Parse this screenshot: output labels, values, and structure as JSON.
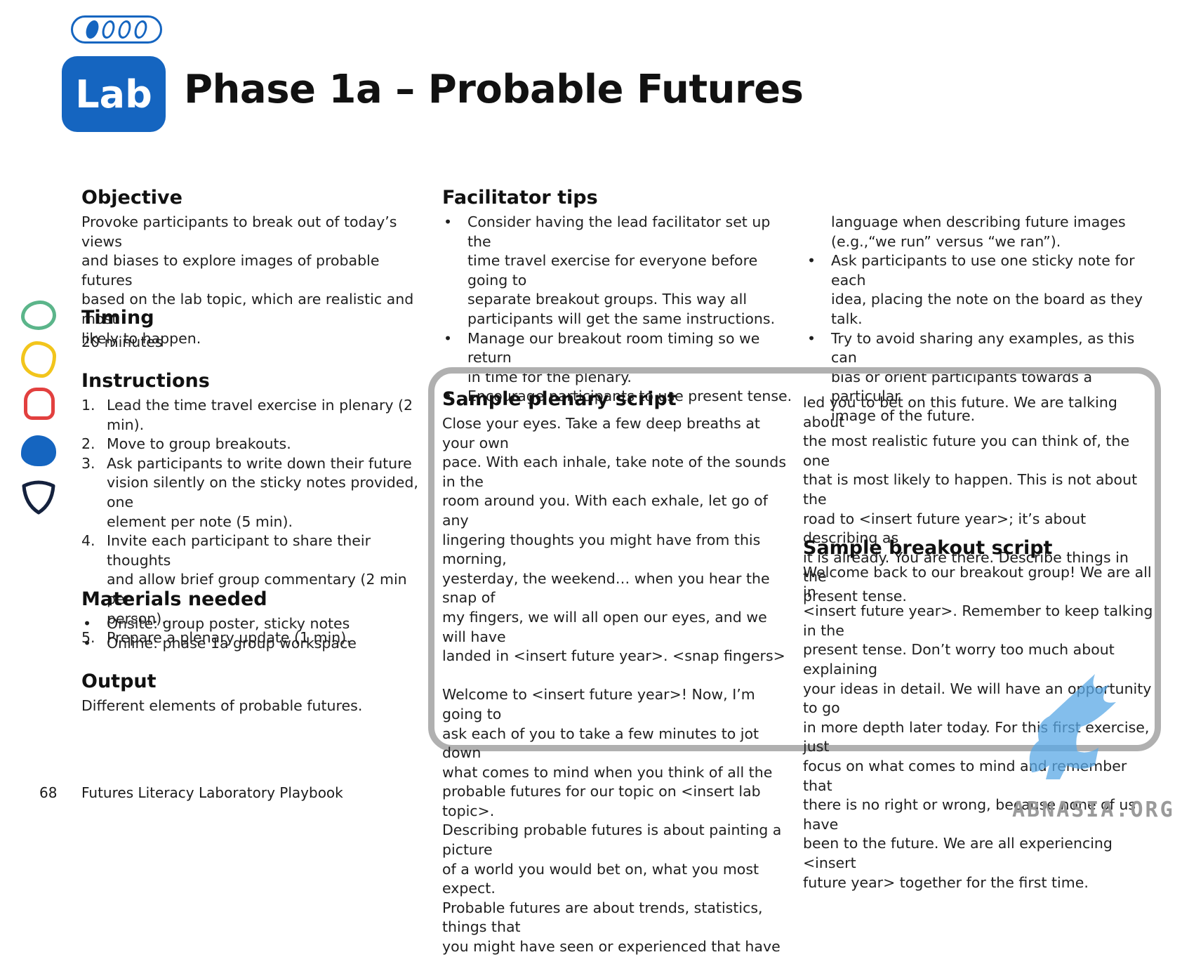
{
  "header": {
    "badge": "Lab",
    "title": "Phase 1a – Probable Futures"
  },
  "objective": {
    "heading": "Objective",
    "lines": [
      "Provoke participants to break out of today’s views",
      "and biases to explore images of probable futures",
      "based on the lab topic, which are realistic and most",
      "likely to happen."
    ]
  },
  "timing": {
    "heading": "Timing",
    "value": "20 minutes"
  },
  "instructions": {
    "heading": "Instructions",
    "items": [
      {
        "num": "1.",
        "lines": [
          "Lead the time travel exercise in plenary (2 min)."
        ]
      },
      {
        "num": "2.",
        "lines": [
          "Move to group breakouts."
        ]
      },
      {
        "num": "3.",
        "lines": [
          "Ask participants to write down their future",
          "vision silently on the sticky notes provided, one",
          "element per note (5 min)."
        ]
      },
      {
        "num": "4.",
        "lines": [
          "Invite each participant to share their thoughts",
          "and allow brief group commentary (2 min per",
          "person)."
        ]
      },
      {
        "num": "5.",
        "lines": [
          "Prepare a plenary update (1 min)."
        ]
      }
    ]
  },
  "materials": {
    "heading": "Materials needed",
    "items": [
      "Onsite: group poster, sticky notes",
      "Online: phase 1a group workspace"
    ]
  },
  "output": {
    "heading": "Output",
    "value": "Different elements of probable futures."
  },
  "facilitator_tips": {
    "heading": "Facilitator tips",
    "col1": [
      [
        "Consider having the lead facilitator set up the",
        "time travel exercise for everyone before going to",
        "separate breakout groups. This way all",
        "participants will get the same instructions."
      ],
      [
        "Manage our breakout room timing so we return",
        "in time for the plenary."
      ],
      [
        "Encourage participants to use present tense."
      ]
    ],
    "col2_continuation": [
      "language when describing future images",
      "(e.g.,“we run” versus “we ran”)."
    ],
    "col2": [
      [
        "Ask participants to use one sticky note for each",
        "idea, placing the note on the board as they talk."
      ],
      [
        "Try to avoid sharing any examples, as this can",
        "bias or orient participants towards a particular",
        "image of the future."
      ]
    ]
  },
  "plenary_script": {
    "heading": "Sample plenary script",
    "para1": [
      "Close your eyes. Take a few deep breaths at your own",
      "pace. With each inhale, take note of the sounds in the",
      "room around you. With each exhale, let go of any",
      "lingering thoughts you might have from this morning,",
      "yesterday, the weekend… when you hear the snap of",
      "my fingers, we will all open our eyes, and we will have",
      "landed in <insert future year>. <snap fingers>"
    ],
    "para2": [
      "Welcome to <insert future year>! Now, I’m going to",
      "ask each of you to take a few minutes to jot down",
      "what comes to mind when you think of all the",
      "probable futures for our topic on <insert lab topic>.",
      "Describing probable futures is about painting a picture",
      "of a world you would bet on, what you most expect.",
      "Probable futures are about trends, statistics, things that",
      "you might have seen or experienced that have"
    ],
    "continuation": [
      "led you to bet on this future. We are talking about",
      "the most realistic future you can think of, the one",
      "that is most likely to happen. This is not about the",
      "road to <insert future year>; it’s about describing as",
      "it is already. You are there. Describe things in the",
      "present tense."
    ]
  },
  "breakout_script": {
    "heading": "Sample breakout script",
    "lines": [
      "Welcome back to our breakout group! We are all in",
      "<insert future year>. Remember to keep talking in the",
      "present tense. Don’t worry too much about explaining",
      "your ideas in detail. We will have an opportunity to go",
      "in more depth later today. For this first exercise, just",
      "focus on what comes to mind and remember that",
      "there is no right or wrong, because none of us have",
      "been to the future. We are all experiencing <insert",
      "future year> together for the first time."
    ]
  },
  "footer": {
    "page_number": "68",
    "book_title": "Futures Literacy Laboratory Playbook"
  },
  "watermark": {
    "text": "ABNASIA.ORG"
  },
  "colors": {
    "brand_blue": "#1565c0",
    "shape_green": "#5bb58a",
    "shape_yellow": "#f2c51c",
    "shape_red": "#e2403f",
    "shape_blue": "#1565c0",
    "shape_navy": "#14213d",
    "box_border": "#b0b0b0"
  }
}
